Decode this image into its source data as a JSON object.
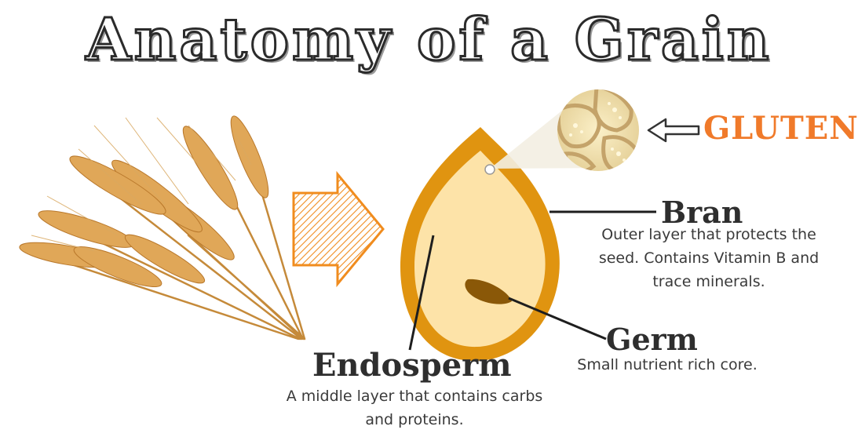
{
  "title": "Anatomy of a Grain",
  "gluten": {
    "label": "GLUTEN"
  },
  "parts": {
    "bran": {
      "title": "Bran",
      "description": "Outer layer that protects the seed. Contains Vitamin B and trace minerals."
    },
    "germ": {
      "title": "Germ",
      "description": "Small nutrient rich core."
    },
    "endosperm": {
      "title": "Endosperm",
      "description": "A middle layer that contains carbs and proteins."
    }
  },
  "colors": {
    "accent": "#f07a2a",
    "grain_outer": "#e09410",
    "grain_inner": "#fde3a8",
    "germ": "#8a5808"
  }
}
